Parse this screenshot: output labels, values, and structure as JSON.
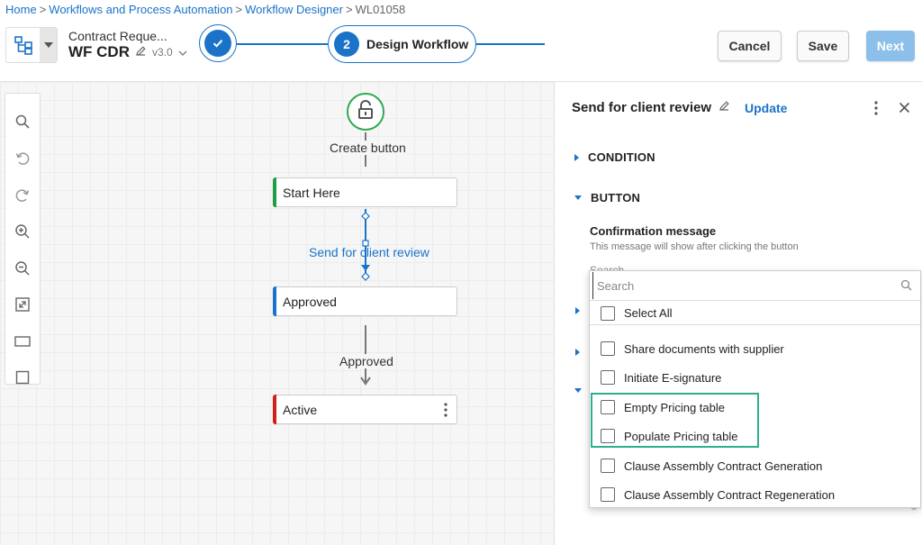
{
  "breadcrumb": [
    {
      "label": "Home",
      "link": true
    },
    {
      "label": "Workflows and Process Automation",
      "link": true
    },
    {
      "label": "Workflow Designer",
      "link": true
    },
    {
      "label": "WL01058",
      "link": false
    }
  ],
  "breadcrumb_separator": ">",
  "workflow": {
    "subtitle": "Contract Reque...",
    "title": "WF CDR",
    "version": "v3.0"
  },
  "steps": {
    "step2_number": "2",
    "step2_label": "Design Workflow"
  },
  "actions": {
    "cancel": "Cancel",
    "save": "Save",
    "next": "Next"
  },
  "canvas": {
    "edge1_label": "Create button",
    "node1": "Start Here",
    "edge2_label": "Send for client review",
    "node2": "Approved",
    "edge3_label": "Approved",
    "node3": "Active"
  },
  "panel": {
    "title": "Send for client review",
    "update": "Update",
    "condition": "CONDITION",
    "button": "BUTTON",
    "confirmation_label": "Confirmation message",
    "confirmation_help": "This message will show after clicking the button",
    "underlying_search": "Search"
  },
  "dropdown": {
    "placeholder": "Search",
    "select_all": "Select All",
    "options": [
      "Share documents with supplier",
      "Initiate E-signature",
      "Empty Pricing table",
      "Populate Pricing table",
      "Clause Assembly Contract Generation",
      "Clause Assembly Contract Regeneration"
    ]
  },
  "colors": {
    "accent": "#1a73c8",
    "start_green": "#2eaa52",
    "node1_bar": "#1f9d47",
    "node2_bar": "#1a73c8",
    "node3_bar": "#d0201a",
    "highlight": "#2fae8f",
    "next_disabled": "#8cc0ea"
  }
}
